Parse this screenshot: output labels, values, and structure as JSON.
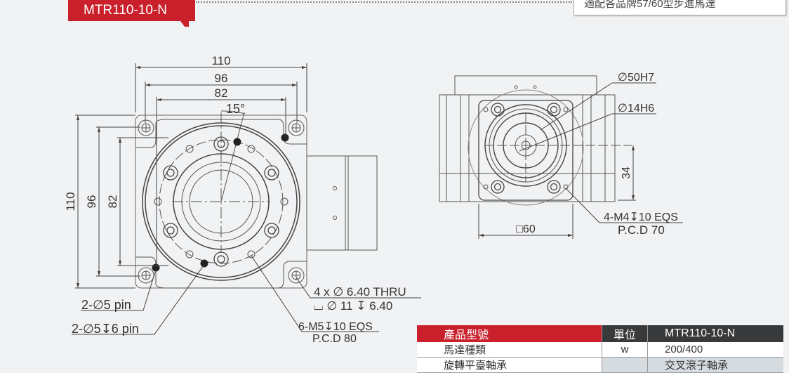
{
  "header": {
    "model_tag": "MTR110-10-N",
    "note": "適配各品牌57/60型步進馬達"
  },
  "front_view": {
    "dim_width_outer": "110",
    "dim_width_mid": "96",
    "dim_width_inner": "82",
    "dim_height_outer": "110",
    "dim_height_mid": "96",
    "dim_height_inner": "82",
    "angle": "15°",
    "pin_note": "2-∅5 pin",
    "pin_depth_note": "2-∅5↧6 pin",
    "thread_note": "6-M5↧10 EQS",
    "thread_pcd": "P.C.D 80",
    "thru_note": "4 x ∅ 6.40 THRU",
    "cbore_note": "⌴ ∅ 11 ↧ 6.40"
  },
  "side_view": {
    "bore_outer": "∅50H7",
    "bore_inner": "∅14H6",
    "dim_height": "34",
    "dim_square": "□60",
    "thread_note": "4-M4↧10 EQS",
    "thread_pcd": "P.C.D 70"
  },
  "spec_table": {
    "headers": [
      "產品型號",
      "單位",
      "MTR110-10-N"
    ],
    "rows": [
      [
        "馬達種類",
        "w",
        "200/400"
      ],
      [
        "旋轉平臺軸承",
        "",
        "交叉滾子軸承"
      ]
    ]
  },
  "colors": {
    "accent": "#c9202b",
    "header_dark": "#38393b",
    "background": "#f1f2f4"
  }
}
